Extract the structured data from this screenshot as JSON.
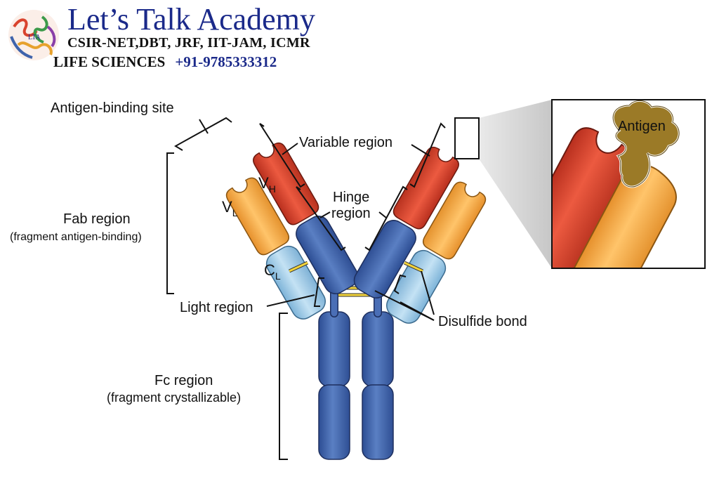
{
  "brand": {
    "title": "Let’s Talk Academy",
    "subtitle": "CSIR-NET,DBT, JRF, IIT-JAM, ICMR",
    "subject": "LIFE SCIENCES",
    "phone": "+91-9785333312",
    "logo_text": "LTA"
  },
  "labels": {
    "antigen_binding_site": "Antigen-binding site",
    "variable_region": "Variable region",
    "hinge_region_line1": "Hinge",
    "hinge_region_line2": "region",
    "fab_region": "Fab region",
    "fab_region_desc": "(fragment antigen-binding)",
    "light_region": "Light region",
    "disulfide_bond": "Disulfide bond",
    "fc_region": "Fc region",
    "fc_region_desc": "(fragment crystallizable)",
    "antigen": "Antigen",
    "vh_main": "V",
    "vh_sub": "H",
    "vl_main": "V",
    "vl_sub": "L",
    "cl_main": "C",
    "cl_sub": "L"
  },
  "colors": {
    "heavy_variable": "#d9432e",
    "light_variable": "#f5a94a",
    "heavy_constant": "#3f63ab",
    "light_constant": "#9ccbe6",
    "disulfide": "#f2d33a",
    "antigen": "#9b7a27",
    "brand_blue": "#1b2a8a"
  }
}
